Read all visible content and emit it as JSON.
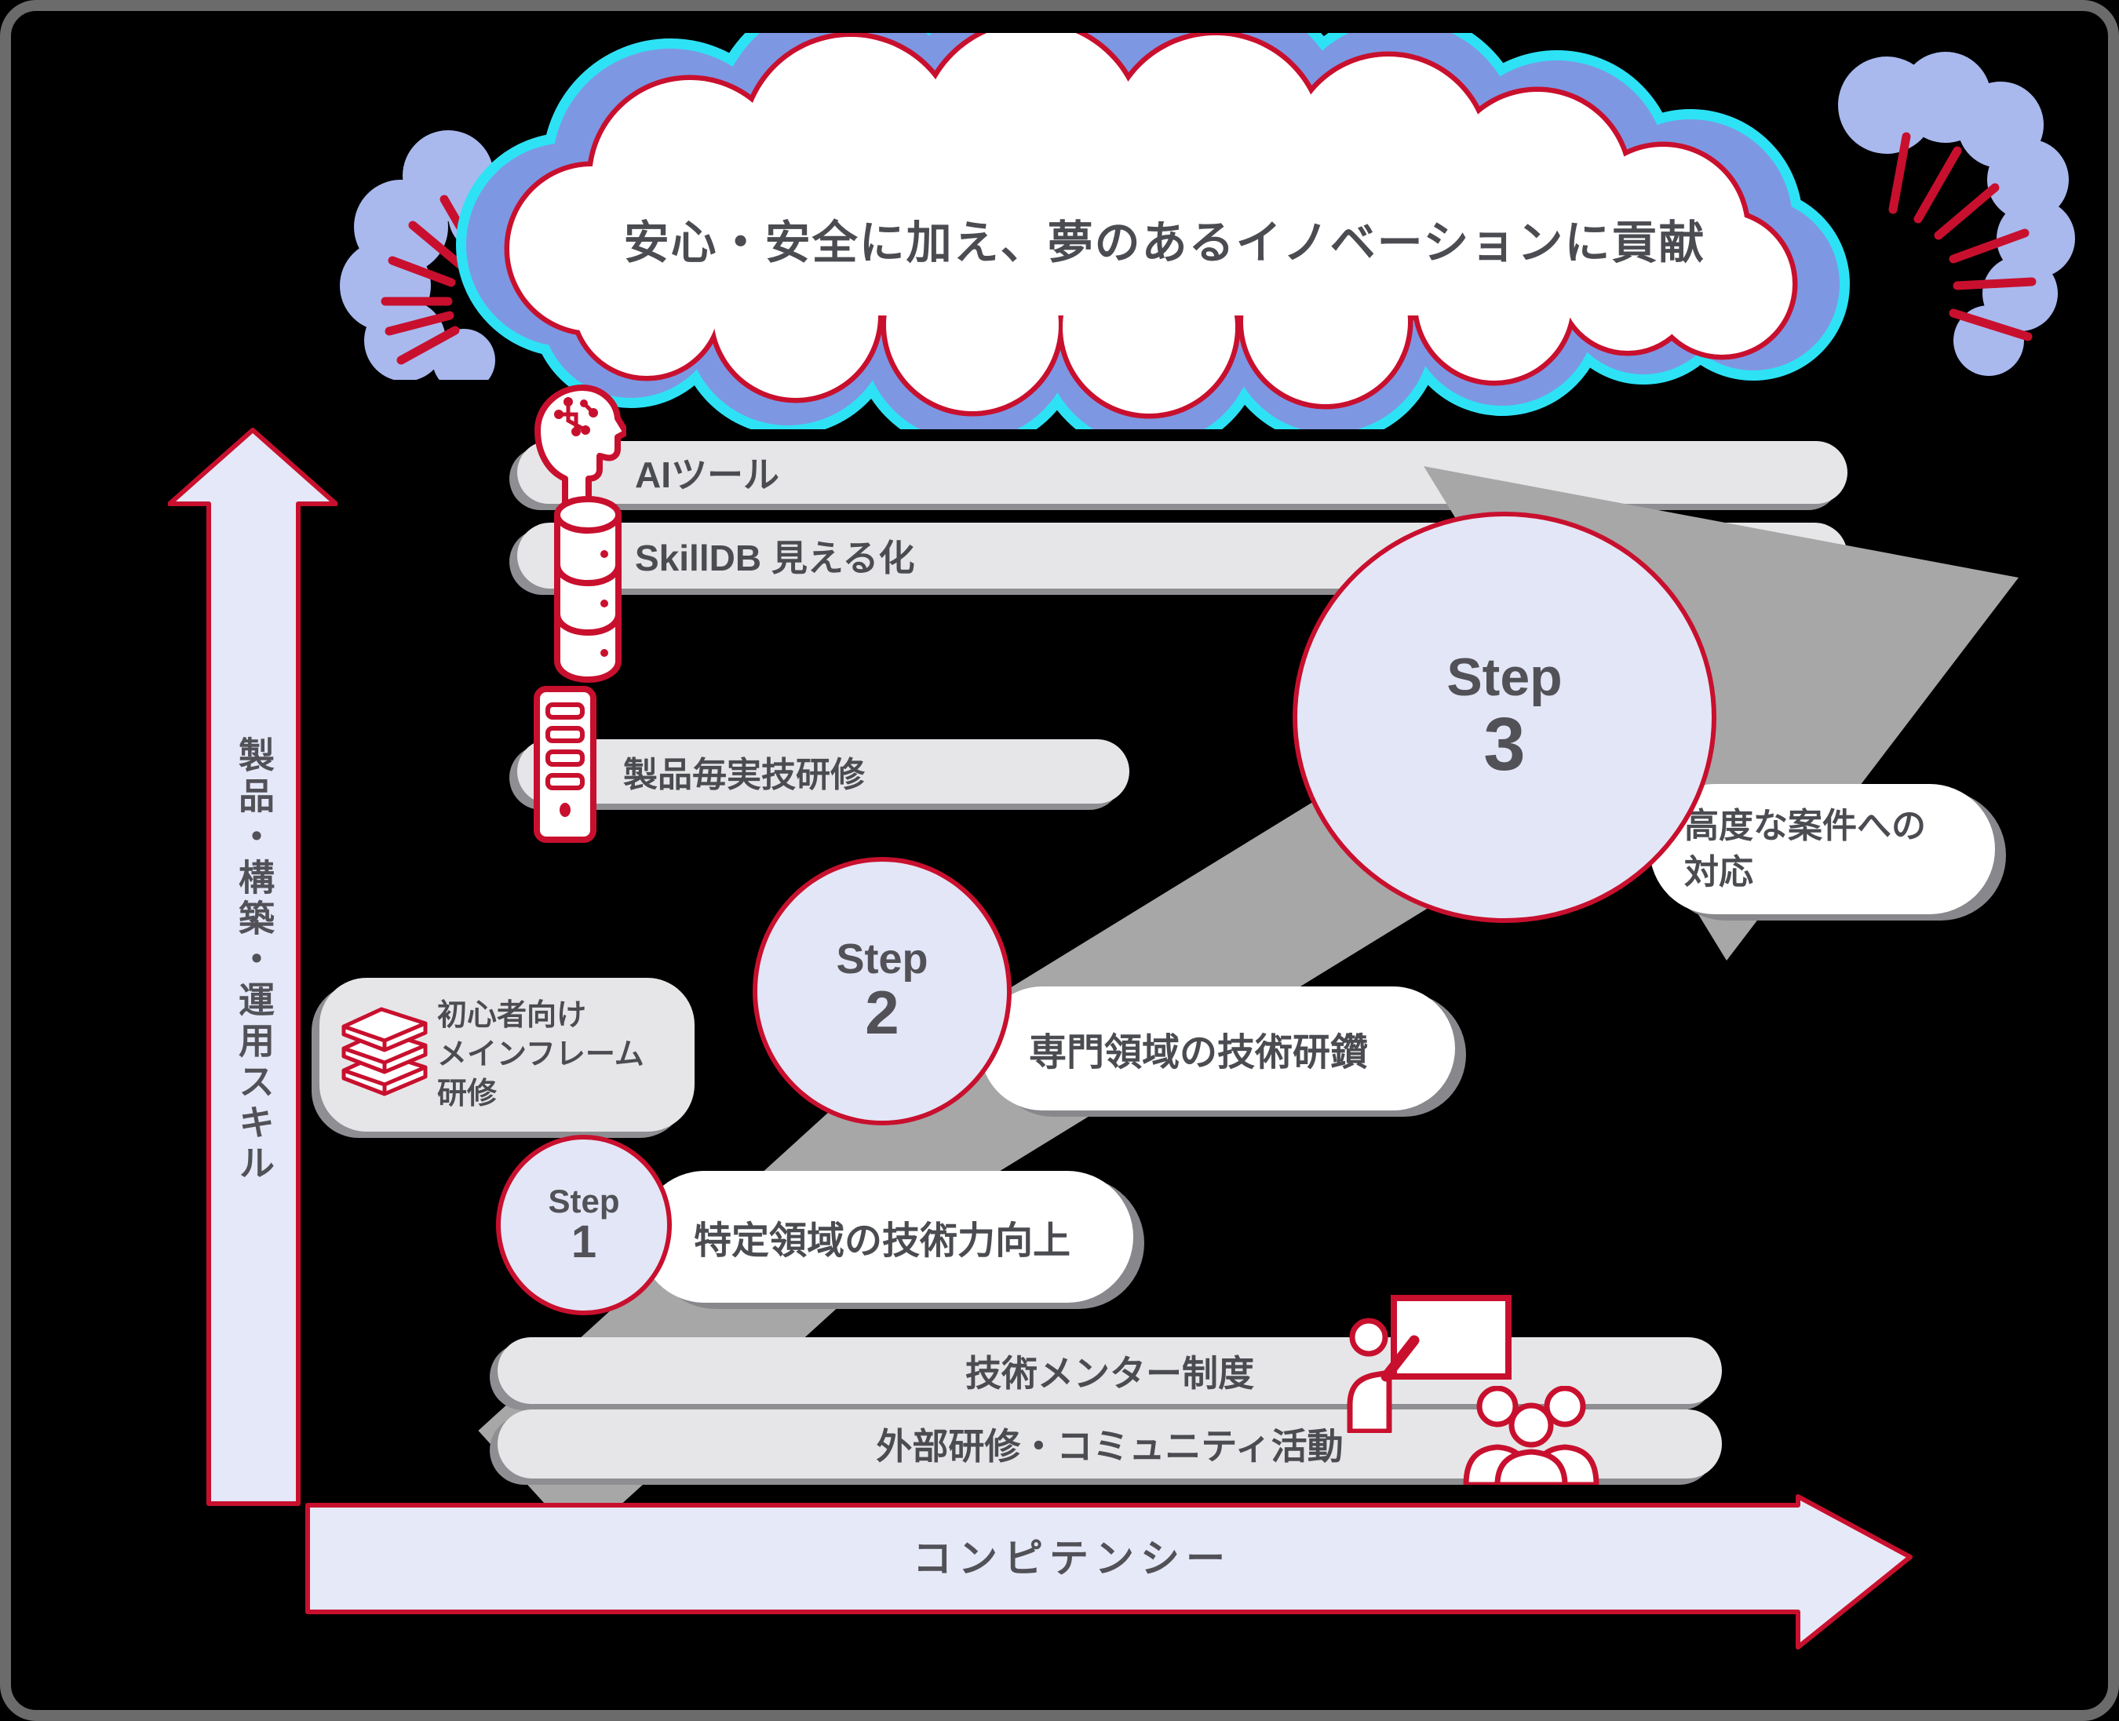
{
  "title_cloud": {
    "text": "安心・安全に加え、夢のあるイノベーションに貢献"
  },
  "tool_rows": [
    {
      "label": "AIツール",
      "icon": "ai-head-icon"
    },
    {
      "label": "SkillDB 見える化",
      "icon": "database-icon"
    },
    {
      "label": "製品毎実技研修",
      "icon": "server-icon"
    }
  ],
  "beginner_box": {
    "icon": "books-icon",
    "lines": [
      "初心者向け",
      "メインフレーム",
      "研修"
    ]
  },
  "steps": [
    {
      "label": "Step",
      "number": "1",
      "goal": "特定領域の技術力向上"
    },
    {
      "label": "Step",
      "number": "2",
      "goal": "専門領域の技術研鑽"
    },
    {
      "label": "Step",
      "number": "3",
      "goal_lines": [
        "高度な案件への",
        "対応"
      ]
    }
  ],
  "support_rows": [
    {
      "label": "技術メンター制度",
      "icon": "presenter-icon"
    },
    {
      "label": "外部研修・コミュニティ活動",
      "icon": "people-group-icon"
    }
  ],
  "axes": {
    "vertical": "製品・構築・運用スキル",
    "horizontal": "コンピテンシー"
  },
  "colors": {
    "red": "#c8102e",
    "cloud_blue": "#7e97e3",
    "cloud_cyan": "#2ee2f5",
    "step_lavender": "#e3e6f6",
    "bar_gray": "#e6e6e8",
    "arrow_gray": "#a7a7a7",
    "text_gray": "#4b4c51",
    "shadow_gray": "#88888c",
    "background": "#000000"
  }
}
